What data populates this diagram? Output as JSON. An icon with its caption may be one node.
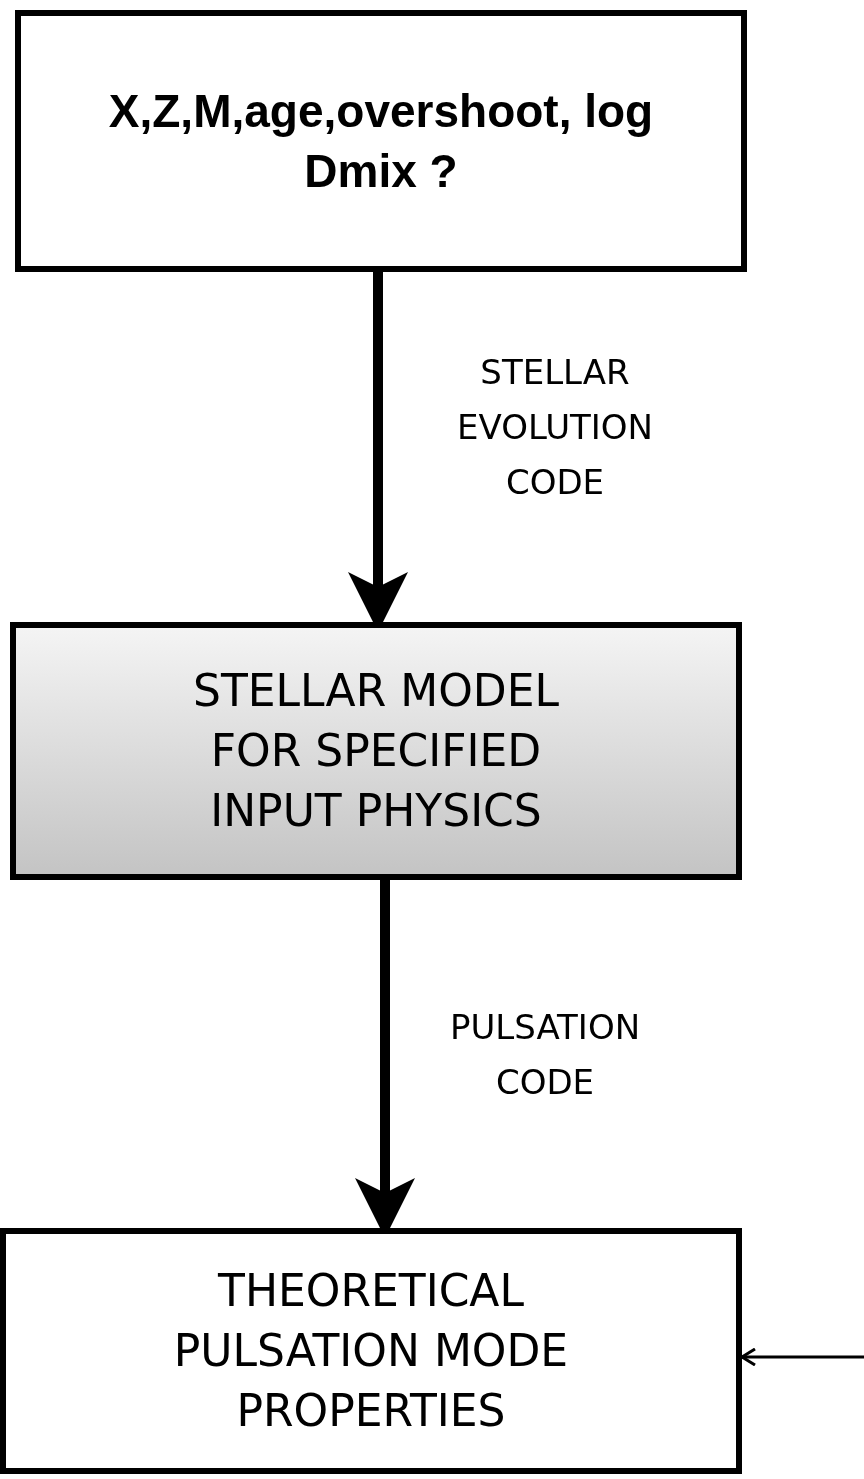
{
  "diagram": {
    "nodes": [
      {
        "text": [
          "X,Z,M,age,overshoot, log Dmix ?"
        ]
      },
      {
        "text": [
          "STELLAR MODEL FOR SPECIFIED INPUT PHYSICS"
        ]
      },
      {
        "text": [
          "THEORETICAL PULSATION MODE PROPERTIES"
        ]
      }
    ],
    "edges": [
      {
        "from": 0,
        "to": 1,
        "arrow": "to",
        "label": "STELLAR EVOLUTION CODE"
      },
      {
        "from": 1,
        "to": 2,
        "arrow": "to",
        "label": "PULSATION CODE"
      },
      {
        "from": null,
        "to": 2,
        "arrow": "to"
      }
    ]
  }
}
